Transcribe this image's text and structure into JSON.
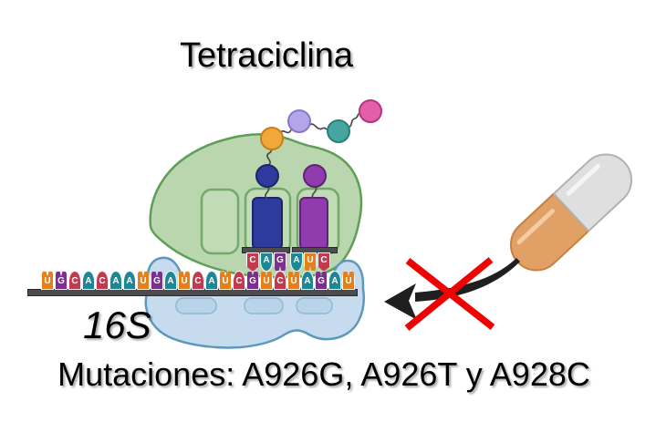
{
  "title": "Tetraciclina",
  "labels": {
    "small_subunit": "16S"
  },
  "mutations": {
    "full_text": "Mutaciones: A926G, A926T y A928C",
    "label": "Mutaciones:",
    "items": [
      "A926G",
      "A926T",
      "A928C"
    ]
  },
  "mrna": {
    "sequence": [
      "U",
      "G",
      "C",
      "A",
      "C",
      "A",
      "A",
      "U",
      "G",
      "A",
      "U",
      "C",
      "A",
      "U",
      "C",
      "G",
      "U",
      "C",
      "U",
      "A",
      "G",
      "A",
      "U"
    ]
  },
  "trnas": [
    {
      "site": "P",
      "body_color": "#2f3a9f",
      "outline_color": "#1d2566",
      "anticodon": [
        "C",
        "A",
        "G"
      ]
    },
    {
      "site": "A",
      "body_color": "#8f3caf",
      "outline_color": "#5c2471",
      "anticodon": [
        "A",
        "U",
        "C"
      ]
    }
  ],
  "peptide_chain": [
    {
      "name": "amino-acid-blue",
      "color": "#2f3a9f"
    },
    {
      "name": "amino-acid-purple",
      "color": "#8f3caf"
    },
    {
      "name": "amino-acid-orange",
      "color": "#f2a73b"
    },
    {
      "name": "amino-acid-lavender",
      "color": "#b4a5e8"
    },
    {
      "name": "amino-acid-teal",
      "color": "#45a5a0"
    },
    {
      "name": "amino-acid-pink",
      "color": "#e45fa7"
    }
  ],
  "nucleotide_colors": {
    "A": "#1d8795",
    "C": "#c23a52",
    "G": "#7b2f8e",
    "U": "#e2811c"
  },
  "palette": {
    "large_subunit_green": "#b9d6ae",
    "large_subunit_outline": "#5f9e57",
    "site_slot_green": "#c0dbb5",
    "site_slot_outline": "#74a96c",
    "small_subunit_blue": "#c6dcee",
    "small_subunit_outline": "#5d99bd",
    "small_subunit_slot": "#b9d4e8",
    "mrna_bar_gray": "#4c4c50",
    "pill_orange": "#e1a065",
    "pill_orange_outline": "#c9803e",
    "pill_white": "#dfdfdf",
    "pill_white_outline": "#b1b1b1",
    "prohibit_red": "#ee0202",
    "arrow_black": "#1f1f1f"
  }
}
